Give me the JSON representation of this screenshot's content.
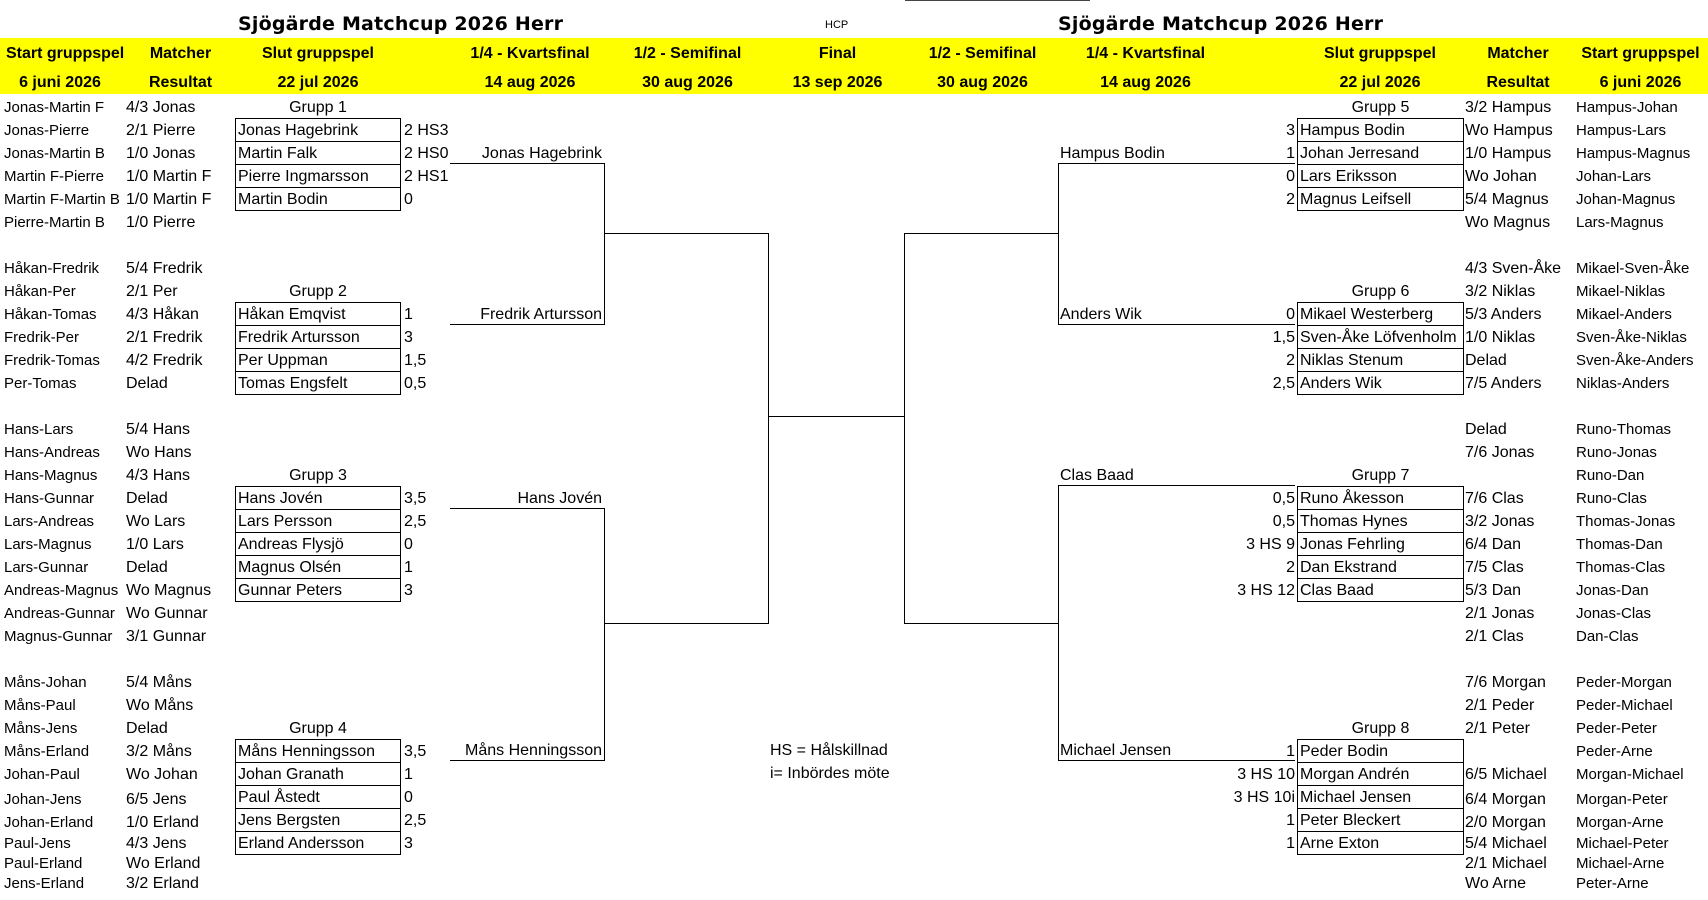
{
  "title_left": "Sjögärde Matchcup 2026 Herr",
  "title_right": "Sjögärde Matchcup 2026 Herr",
  "hcp": "HCP",
  "headers": [
    "Start gruppspel",
    "Matcher",
    "Slut gruppspel",
    "1/4 - Kvartsfinal",
    "1/2 - Semifinal",
    "Final",
    "1/2 - Semifinal",
    "1/4 - Kvartsfinal",
    "Slut gruppspel",
    "Matcher",
    "Start gruppspel"
  ],
  "subheaders": [
    "6 juni 2026",
    "Resultat",
    "22 jul 2026",
    "14 aug 2026",
    "30 aug 2026",
    "13 sep 2026",
    "30 aug 2026",
    "14 aug 2026",
    "22 jul 2026",
    "Resultat",
    "6 juni 2026"
  ],
  "left_pairs": [
    "Jonas-Martin F",
    "Jonas-Pierre",
    "Jonas-Martin B",
    "Martin F-Pierre",
    "Martin F-Martin B",
    "Pierre-Martin B",
    "",
    "Håkan-Fredrik",
    "Håkan-Per",
    "Håkan-Tomas",
    "Fredrik-Per",
    "Fredrik-Tomas",
    "Per-Tomas",
    "",
    "Hans-Lars",
    "Hans-Andreas",
    "Hans-Magnus",
    "Hans-Gunnar",
    "Lars-Andreas",
    "Lars-Magnus",
    "Lars-Gunnar",
    "Andreas-Magnus",
    "Andreas-Gunnar",
    "Magnus-Gunnar",
    "",
    "Måns-Johan",
    "Måns-Paul",
    "Måns-Jens",
    "Måns-Erland",
    "Johan-Paul",
    "Johan-Jens",
    "Johan-Erland",
    "Paul-Jens",
    "Paul-Erland",
    "Jens-Erland"
  ],
  "left_results": [
    "4/3 Jonas",
    "2/1 Pierre",
    "1/0 Jonas",
    "1/0 Martin F",
    "1/0 Martin F",
    "1/0 Pierre",
    "",
    "5/4 Fredrik",
    "2/1 Per",
    "4/3 Håkan",
    "2/1 Fredrik",
    "4/2 Fredrik",
    "Delad",
    "",
    "5/4 Hans",
    "Wo Hans",
    "4/3 Hans",
    "Delad",
    "Wo Lars",
    "1/0 Lars",
    "Delad",
    "Wo Magnus",
    "Wo Gunnar",
    "3/1 Gunnar",
    "",
    "5/4 Måns",
    "Wo Måns",
    "Delad",
    "3/2 Måns",
    "Wo  Johan",
    "6/5 Jens",
    "1/0 Erland",
    "4/3 Jens",
    "Wo Erland",
    "3/2 Erland"
  ],
  "right_results": [
    "3/2 Hampus",
    "Wo Hampus",
    "1/0 Hampus",
    "Wo Johan",
    "5/4 Magnus",
    "Wo Magnus",
    "",
    "4/3 Sven-Åke",
    "3/2 Niklas",
    "5/3 Anders",
    "1/0 Niklas",
    "Delad",
    "7/5 Anders",
    "",
    "Delad",
    "7/6 Jonas",
    "",
    "7/6 Clas",
    "3/2 Jonas",
    "6/4 Dan",
    "7/5 Clas",
    "5/3 Dan",
    "2/1 Jonas",
    "2/1 Clas",
    "",
    "7/6 Morgan",
    "2/1 Peder",
    "2/1 Peter",
    "",
    "6/5 Michael",
    "6/4 Morgan",
    "2/0 Morgan",
    "5/4 Michael",
    "2/1 Michael",
    "Wo Arne"
  ],
  "right_pairs": [
    "Hampus-Johan",
    "Hampus-Lars",
    "Hampus-Magnus",
    "Johan-Lars",
    "Johan-Magnus",
    "Lars-Magnus",
    "",
    "Mikael-Sven-Åke",
    "Mikael-Niklas",
    "Mikael-Anders",
    "Sven-Åke-Niklas",
    "Sven-Åke-Anders",
    "Niklas-Anders",
    "",
    "Runo-Thomas",
    "Runo-Jonas",
    "Runo-Dan",
    "Runo-Clas",
    "Thomas-Jonas",
    "Thomas-Dan",
    "Thomas-Clas",
    "Jonas-Dan",
    "Jonas-Clas",
    "Dan-Clas",
    "",
    "Peder-Morgan",
    "Peder-Michael",
    "Peder-Peter",
    "Peder-Arne",
    "Morgan-Michael",
    "Morgan-Peter",
    "Morgan-Arne",
    "Michael-Peter",
    "Michael-Arne",
    "Peter-Arne"
  ],
  "left_groups": [
    {
      "title": "Grupp 1",
      "players": [
        "Jonas Hagebrink",
        "Martin Falk",
        "Pierre Ingmarsson",
        "Martin Bodin"
      ],
      "points": [
        "2 HS3",
        "2 HS0",
        "2 HS1",
        "0"
      ]
    },
    {
      "title": "Grupp 2",
      "players": [
        "Håkan Emqvist",
        "Fredrik Artursson",
        "Per Uppman",
        "Tomas Engsfelt"
      ],
      "points": [
        "1",
        "3",
        "1,5",
        "0,5"
      ]
    },
    {
      "title": "Grupp 3",
      "players": [
        "Hans Jovén",
        "Lars Persson",
        "Andreas Flysjö",
        "Magnus Olsén",
        "Gunnar Peters"
      ],
      "points": [
        "3,5",
        "2,5",
        "0",
        "1",
        "3"
      ]
    },
    {
      "title": "Grupp 4",
      "players": [
        "Måns Henningsson",
        "Johan Granath",
        "Paul Åstedt",
        "Jens Bergsten",
        "Erland Andersson"
      ],
      "points": [
        "3,5",
        "1",
        "0",
        "2,5",
        "3"
      ]
    }
  ],
  "right_groups": [
    {
      "title": "Grupp 5",
      "players": [
        "Hampus Bodin",
        "Johan Jerresand",
        "Lars Eriksson",
        "Magnus Leifsell"
      ],
      "points": [
        "3",
        "1",
        "0",
        "2"
      ]
    },
    {
      "title": "Grupp 6",
      "players": [
        "Mikael Westerberg",
        "Sven-Åke Löfvenholm",
        "Niklas Stenum",
        "Anders Wik"
      ],
      "points": [
        "0",
        "1,5",
        "2",
        "2,5"
      ]
    },
    {
      "title": "Grupp 7",
      "players": [
        "Runo Åkesson",
        "Thomas Hynes",
        "Jonas Fehrling",
        "Dan Ekstrand",
        "Clas Baad"
      ],
      "points": [
        "0,5",
        "0,5",
        "3 HS 9",
        "2",
        "3 HS 12"
      ]
    },
    {
      "title": "Grupp 8",
      "players": [
        "Peder Bodin",
        "Morgan Andrén",
        "Michael Jensen",
        "Peter Bleckert",
        "Arne Exton"
      ],
      "points": [
        "1",
        "3 HS 10",
        "3 HS 10i",
        "1",
        "1"
      ]
    }
  ],
  "quarterfinal_left": [
    "Jonas Hagebrink",
    "Fredrik Artursson",
    "Hans Jovén",
    "Måns Henningsson"
  ],
  "quarterfinal_right": [
    "Hampus Bodin",
    "Anders Wik",
    "Clas Baad",
    "Michael Jensen"
  ],
  "legend": [
    "HS = Hålskillnad",
    "i= Inbördes möte"
  ]
}
